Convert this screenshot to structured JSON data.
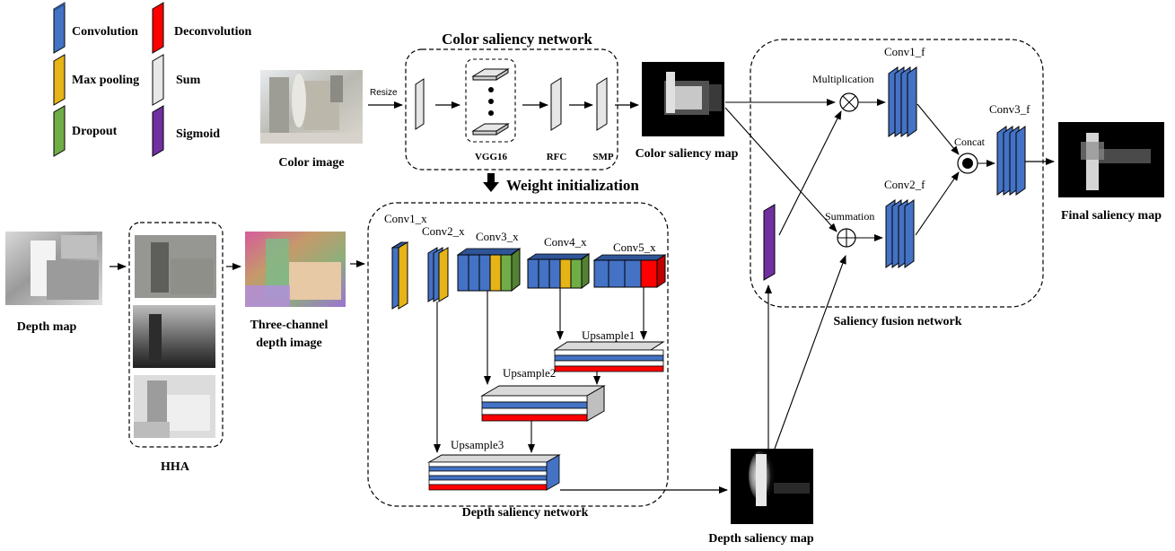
{
  "legend": {
    "convolution": "Convolution",
    "deconvolution": "Deconvolution",
    "max_pooling": "Max pooling",
    "sum": "Sum",
    "dropout": "Dropout",
    "sigmoid": "Sigmoid"
  },
  "colors": {
    "convolution": "#4472c4",
    "deconvolution": "#ff0000",
    "max_pooling": "#e6b417",
    "sum": "#e8e8e8",
    "dropout": "#70ad47",
    "sigmoid": "#7030a0"
  },
  "color_network": {
    "title": "Color saliency network",
    "resize": "Resize",
    "vgg": "VGG16",
    "rfc": "RFC",
    "smp": "SMP",
    "input_caption": "Color image",
    "output_caption": "Color saliency map"
  },
  "weight_init": "Weight initialization",
  "depth_input": {
    "depth_map": "Depth map",
    "hha": "HHA",
    "three_channel_l1": "Three-channel",
    "three_channel_l2": "depth image"
  },
  "depth_network": {
    "title": "Depth saliency network",
    "conv1": "Conv1_x",
    "conv2": "Conv2_x",
    "conv3": "Conv3_x",
    "conv4": "Conv4_x",
    "conv5": "Conv5_x",
    "up1": "Upsample1",
    "up2": "Upsample2",
    "up3": "Upsample3",
    "output_caption": "Depth saliency map"
  },
  "fusion": {
    "title": "Saliency fusion network",
    "mult": "Multiplication",
    "sum": "Summation",
    "concat": "Concat",
    "conv1f": "Conv1_f",
    "conv2f": "Conv2_f",
    "conv3f": "Conv3_f",
    "final_caption": "Final saliency map"
  }
}
